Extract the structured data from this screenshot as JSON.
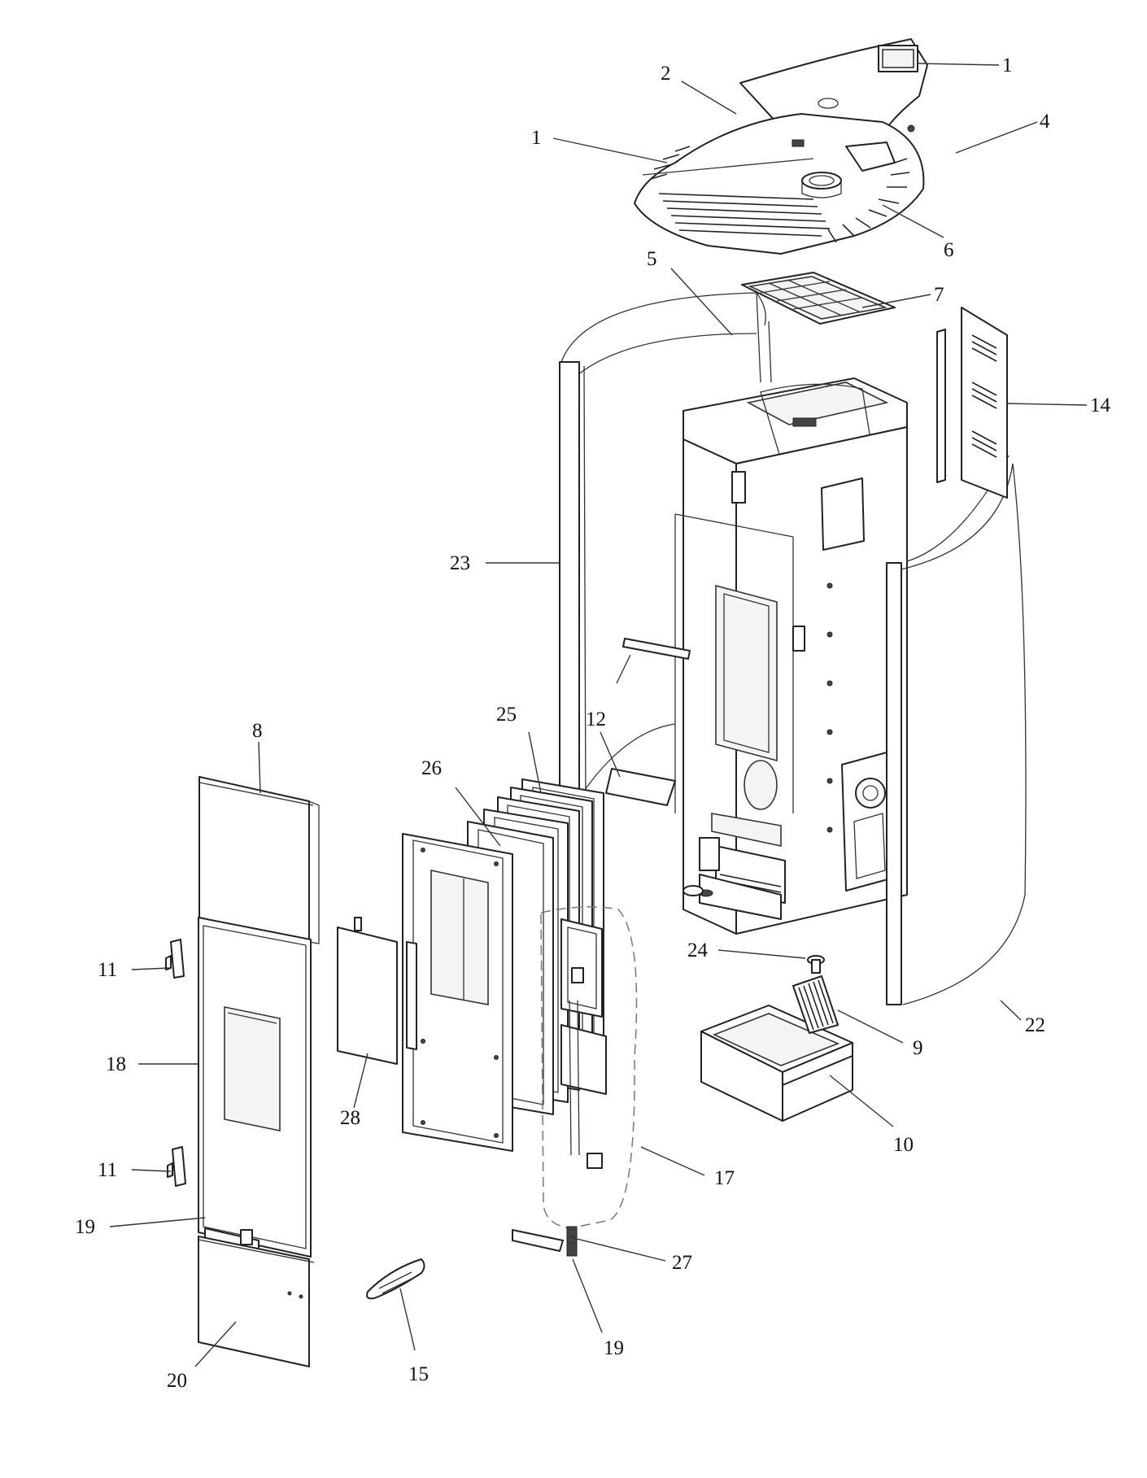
{
  "callouts": [
    {
      "id": "1-top",
      "text": "1"
    },
    {
      "id": "2",
      "text": "2"
    },
    {
      "id": "1-left",
      "text": "1"
    },
    {
      "id": "4",
      "text": "4"
    },
    {
      "id": "6",
      "text": "6"
    },
    {
      "id": "5",
      "text": "5"
    },
    {
      "id": "7",
      "text": "7"
    },
    {
      "id": "14",
      "text": "14"
    },
    {
      "id": "23",
      "text": "23"
    },
    {
      "id": "8",
      "text": "8"
    },
    {
      "id": "25",
      "text": "25"
    },
    {
      "id": "12",
      "text": "12"
    },
    {
      "id": "26",
      "text": "26"
    },
    {
      "id": "24",
      "text": "24"
    },
    {
      "id": "11-top",
      "text": "11"
    },
    {
      "id": "9",
      "text": "9"
    },
    {
      "id": "22",
      "text": "22"
    },
    {
      "id": "18",
      "text": "18"
    },
    {
      "id": "28",
      "text": "28"
    },
    {
      "id": "10",
      "text": "10"
    },
    {
      "id": "11-bot",
      "text": "11"
    },
    {
      "id": "17",
      "text": "17"
    },
    {
      "id": "19-left",
      "text": "19"
    },
    {
      "id": "27",
      "text": "27"
    },
    {
      "id": "19-bot",
      "text": "19"
    },
    {
      "id": "20",
      "text": "20"
    },
    {
      "id": "15",
      "text": "15"
    }
  ]
}
